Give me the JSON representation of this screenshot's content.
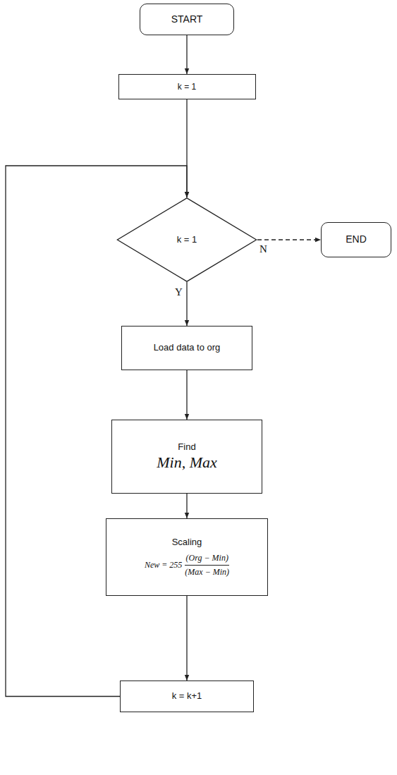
{
  "diagram": {
    "nodes": [
      {
        "text": [
          "START"
        ]
      },
      {
        "text": [
          "k = 1"
        ]
      },
      {
        "text": [
          "k = 1"
        ]
      },
      {
        "text": [
          "END"
        ]
      },
      {
        "text": [
          "Load data to org"
        ]
      },
      {
        "text": [
          "Find",
          "Min, Max"
        ]
      },
      {
        "text": [
          "Scaling",
          "New = 255",
          "(Org − Min)",
          "(Max − Min)"
        ]
      },
      {
        "text": [
          "k = k+1"
        ]
      }
    ],
    "edges": [
      {
        "from": 0,
        "to": 1,
        "arrow": "to"
      },
      {
        "from": 1,
        "to": 2,
        "arrow": "to"
      },
      {
        "from": 2,
        "to": 3,
        "label": "N",
        "arrow": "to"
      },
      {
        "from": 2,
        "to": 4,
        "label": "Y",
        "arrow": "to"
      },
      {
        "from": 4,
        "to": 5,
        "arrow": "to"
      },
      {
        "from": 5,
        "to": 6,
        "arrow": "to"
      },
      {
        "from": 6,
        "to": 7,
        "arrow": "to"
      },
      {
        "from": 7,
        "to": 2,
        "arrow": "to"
      }
    ]
  }
}
